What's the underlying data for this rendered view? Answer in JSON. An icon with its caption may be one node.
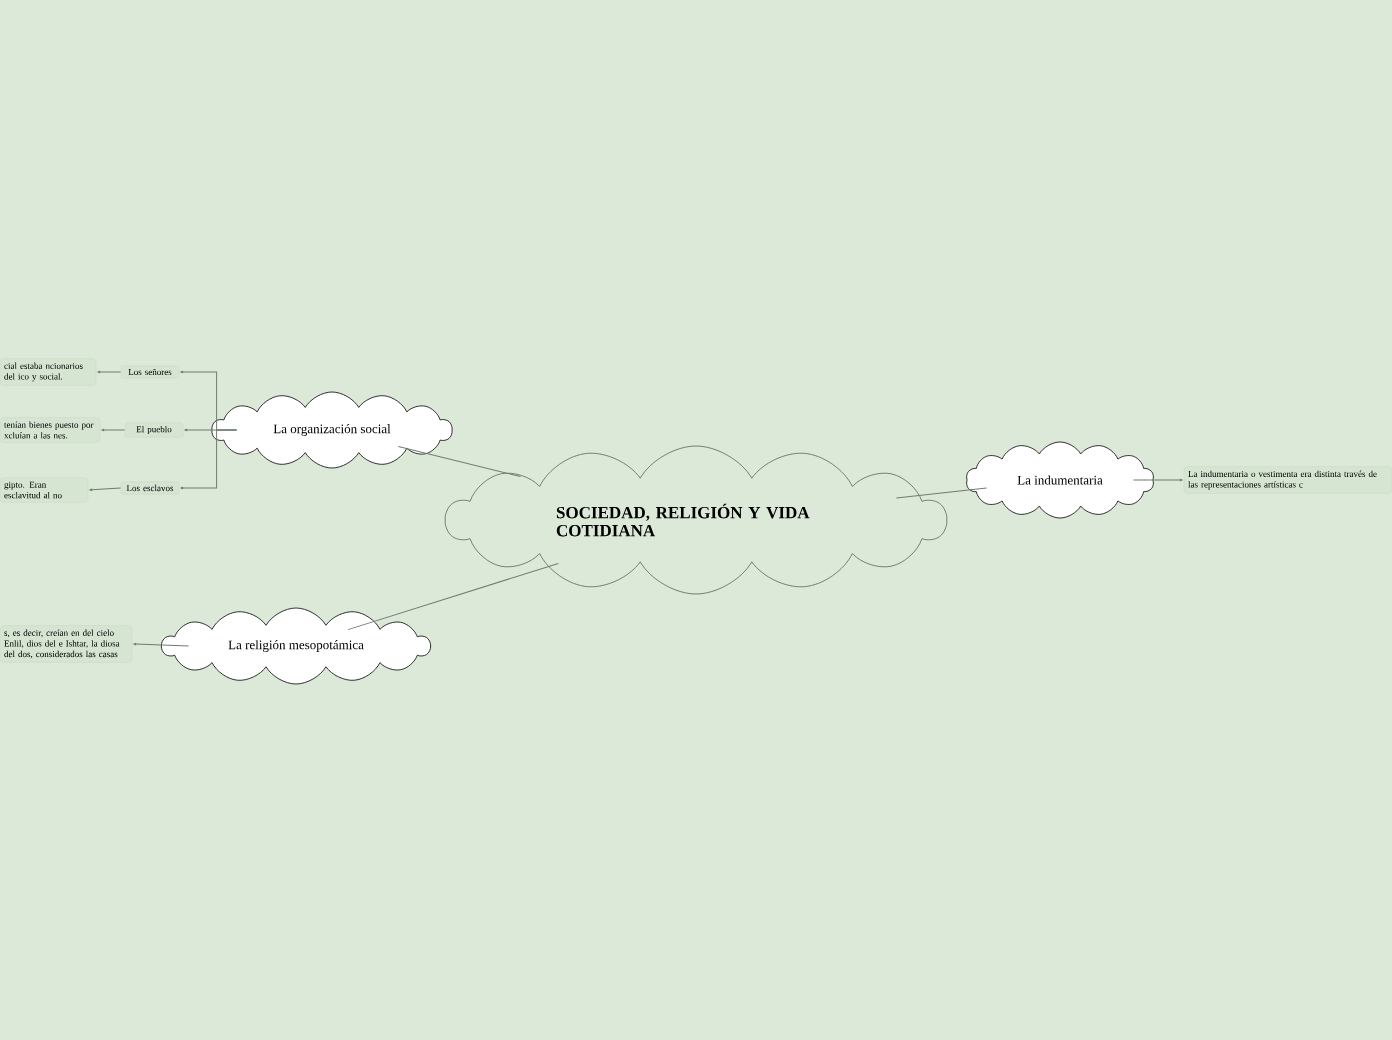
{
  "diagram": {
    "nodes": [
      {
        "text": [
          "SOCIEDAD, RELIGIÓN Y VIDA COTIDIANA"
        ]
      },
      {
        "text": [
          "La organización social"
        ]
      },
      {
        "text": [
          "Los señores"
        ]
      },
      {
        "text": [
          "El pueblo"
        ]
      },
      {
        "text": [
          "Los esclavos"
        ]
      },
      {
        "text": [
          "cial estaba ncionarios del ico y social."
        ]
      },
      {
        "text": [
          "tenían bienes puesto por xcluían a las nes."
        ]
      },
      {
        "text": [
          "gipto. Eran esclavitud al no"
        ]
      },
      {
        "text": [
          "La religión mesopotámica"
        ]
      },
      {
        "text": [
          "s, es decir, creían en del cielo Enlil, dios del e Ishtar, la diosa del dos, considerados las casas"
        ]
      },
      {
        "text": [
          "La indumentaria"
        ]
      },
      {
        "text": [
          "La indumentaria o vestimenta era distinta través de las representaciones artísticas c"
        ]
      }
    ],
    "edges": [
      {
        "from": 0,
        "to": 1,
        "arrow": "none"
      },
      {
        "from": 1,
        "to": 2,
        "arrow": "to"
      },
      {
        "from": 1,
        "to": 3,
        "arrow": "to"
      },
      {
        "from": 1,
        "to": 4,
        "arrow": "to"
      },
      {
        "from": 2,
        "to": 5,
        "arrow": "to"
      },
      {
        "from": 3,
        "to": 6,
        "arrow": "to"
      },
      {
        "from": 4,
        "to": 7,
        "arrow": "to"
      },
      {
        "from": 0,
        "to": 8,
        "arrow": "none"
      },
      {
        "from": 8,
        "to": 9,
        "arrow": "to"
      },
      {
        "from": 0,
        "to": 10,
        "arrow": "none"
      },
      {
        "from": 10,
        "to": 11,
        "arrow": "to"
      }
    ]
  }
}
